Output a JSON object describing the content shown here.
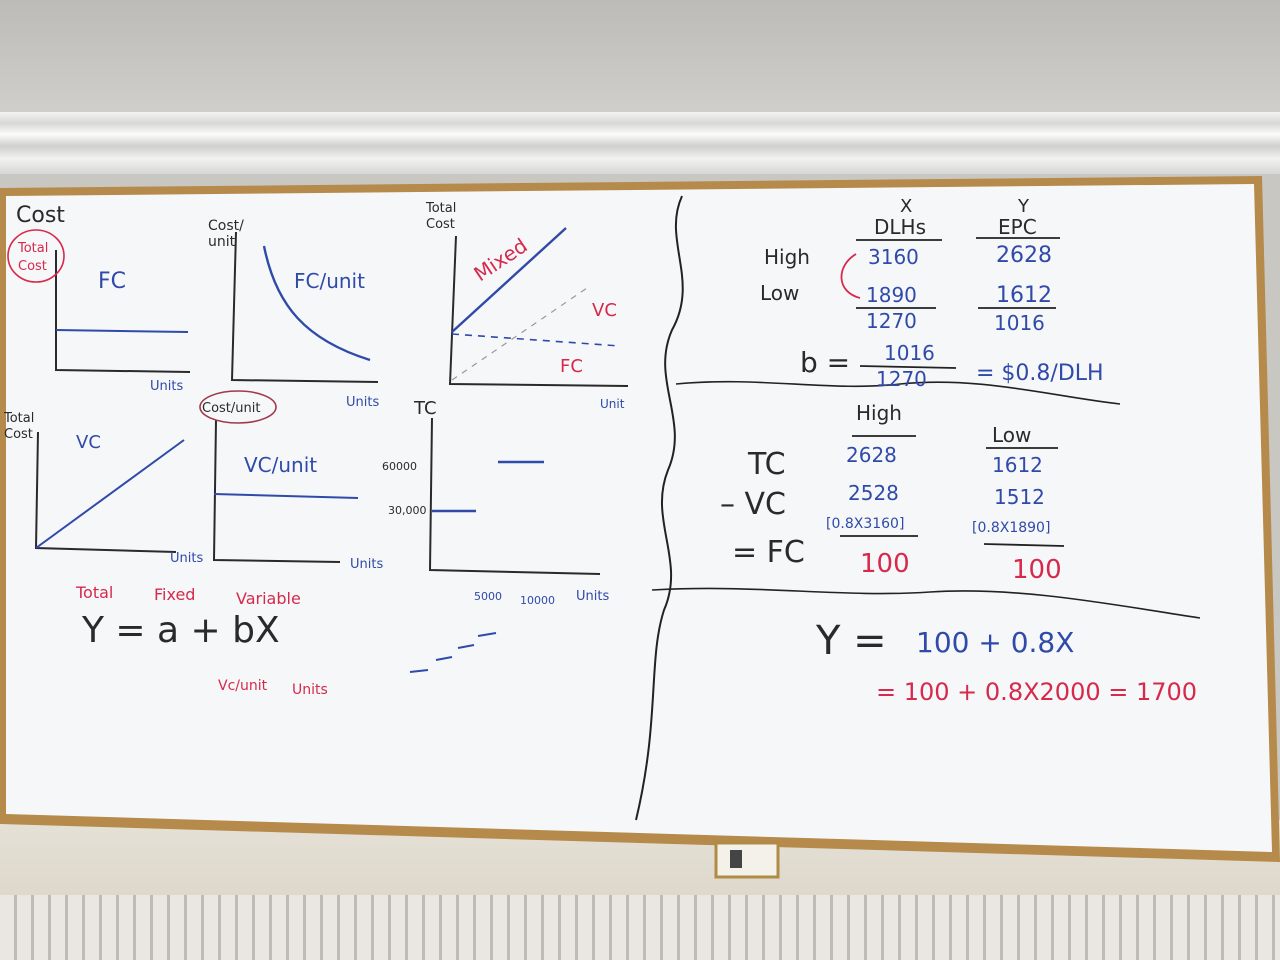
{
  "colors": {
    "board": "#f6f7f9",
    "frame": "#b58a4b",
    "marker_blue": "#2f4aa8",
    "marker_red": "#d6294b",
    "marker_black": "#2a2a2a"
  },
  "left": {
    "header": "Cost",
    "circled_total_cost_1": "Total",
    "circled_total_cost_2": "Cost",
    "fc_title": "FC",
    "fcu_ylabel_1": "Cost/",
    "fcu_ylabel_2": "unit",
    "fcu_title": "FC/unit",
    "units_1": "Units",
    "units_2": "Units",
    "units_3": "Unit",
    "units_4": "Units",
    "units_5": "Units",
    "units_6": "Units",
    "mixed_ylabel_1": "Total",
    "mixed_ylabel_2": "Cost",
    "mixed_label": "Mixed",
    "vc_brace": "VC",
    "fc_brace": "FC",
    "vc_ylabel_1": "Total",
    "vc_ylabel_2": "Cost",
    "vc_title": "VC",
    "vcu_ylabel": "Cost/unit",
    "vcu_title": "VC/unit",
    "tc_title": "TC",
    "tc_tick_high": "60000",
    "tc_tick_low": "30,000",
    "tc_x_1": "5000",
    "tc_x_2": "10000",
    "eq_total": "Total",
    "eq_fixed": "Fixed",
    "eq_variable": "Variable",
    "eq_main": "Y = a + bX",
    "eq_vcunit": "Vc/unit",
    "eq_units": "Units"
  },
  "right": {
    "x_label": "X",
    "y_label": "Y",
    "col_x": "DLHs",
    "col_y": "EPC",
    "row_high": "High",
    "row_low": "Low",
    "high_x": "3160",
    "high_y": "2628",
    "low_x": "1890",
    "low_y": "1612",
    "diff_x": "1270",
    "diff_y": "1016",
    "b_label": "b =",
    "b_num": "1016",
    "b_den": "1270",
    "b_result": "= $0.8/DLH",
    "hdr_high": "High",
    "hdr_low": "Low",
    "tc_label": "TC",
    "vc_label": "– VC",
    "fc_label": "= FC",
    "tc_high": "2628",
    "tc_low": "1612",
    "vc_high": "2528",
    "vc_low": "1512",
    "vc_high_calc": "[0.8X3160]",
    "vc_low_calc": "[0.8X1890]",
    "fc_high": "100",
    "fc_low": "100",
    "final_eq_y": "Y =",
    "final_eq_rhs": "100 + 0.8X",
    "final_calc": "= 100 + 0.8X2000 = 1700"
  }
}
